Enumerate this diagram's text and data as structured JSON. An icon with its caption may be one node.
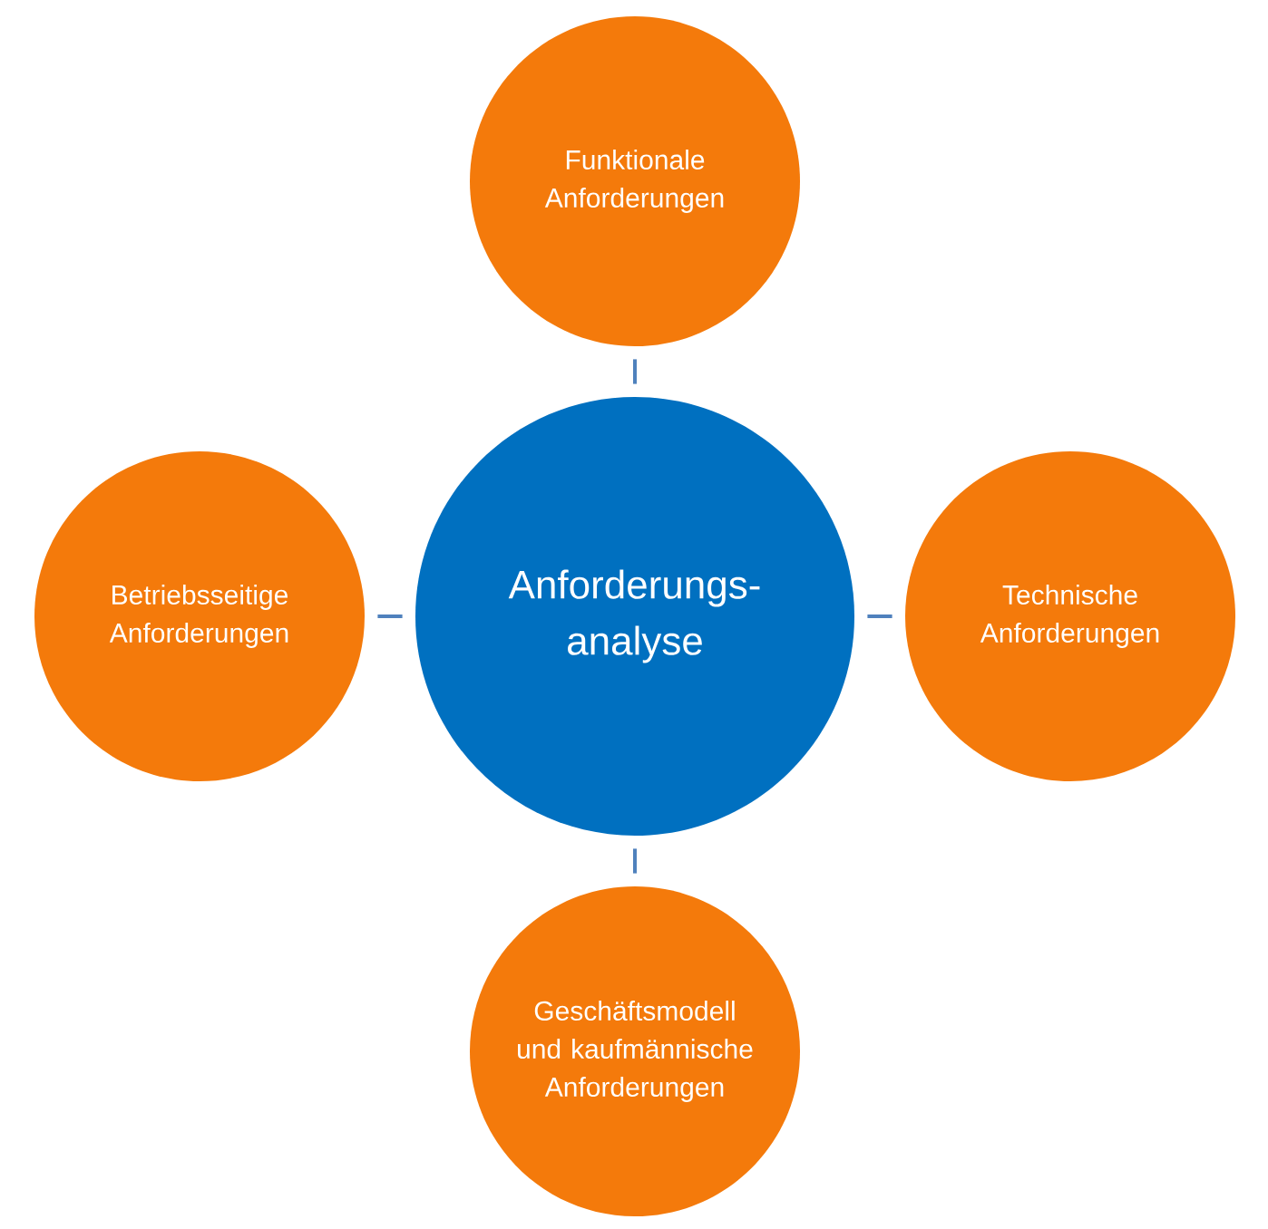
{
  "diagram": {
    "nodes": [
      {
        "text": [
          "Anforderungs- analyse"
        ]
      },
      {
        "text": [
          "Funktionale Anforderungen"
        ]
      },
      {
        "text": [
          "Betriebsseitige Anforderungen"
        ]
      },
      {
        "text": [
          "Technische Anforderungen"
        ]
      },
      {
        "text": [
          "Geschäftsmodell und kaufmännische Anforderungen"
        ]
      }
    ],
    "edges": [
      {
        "from": 0,
        "to": 1,
        "arrow": "none"
      },
      {
        "from": 0,
        "to": 2,
        "arrow": "none"
      },
      {
        "from": 0,
        "to": 3,
        "arrow": "none"
      },
      {
        "from": 0,
        "to": 4,
        "arrow": "none"
      }
    ]
  }
}
